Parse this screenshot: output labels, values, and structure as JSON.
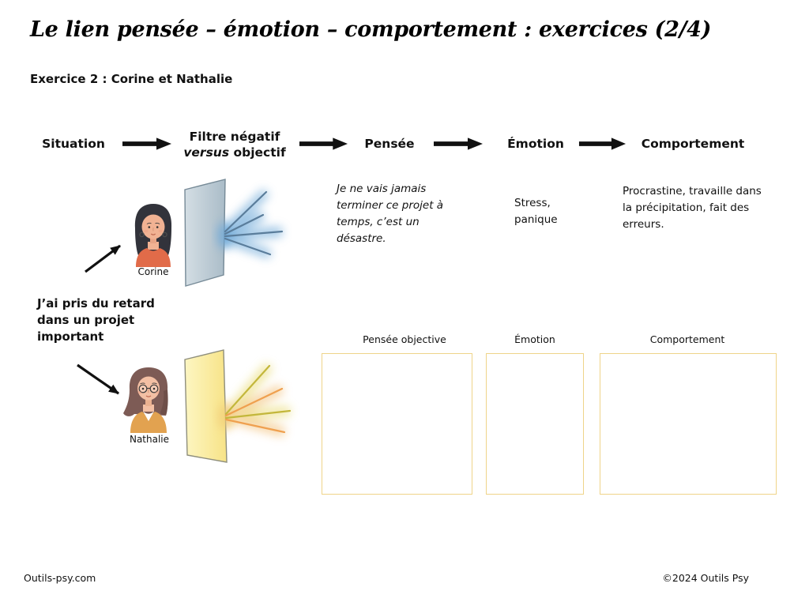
{
  "page": {
    "title": "Le lien pensée – émotion – comportement : exercices (2/4)",
    "subtitle": "Exercice 2 : Corine et Nathalie",
    "footer": {
      "left": "Outils-psy.com",
      "right": "©2024 Outils Psy"
    }
  },
  "flow": {
    "situation": "Situation",
    "filtre_line1": "Filtre négatif",
    "filtre_versus": "versus",
    "filtre_objectif": " objectif",
    "pensee": "Pensée",
    "emotion": "Émotion",
    "comportement": "Comportement"
  },
  "situation": {
    "lines": [
      "J’ai pris du retard",
      "dans un projet",
      "important"
    ]
  },
  "corine": {
    "name": "Corine",
    "pensee_lines": [
      "Je ne vais jamais",
      "terminer ce projet à",
      "temps, c’est un",
      "désastre."
    ],
    "emotion_lines": [
      "Stress,",
      "panique"
    ],
    "comportement_lines": [
      "Procrastine, travaille dans",
      "la précipitation, fait des",
      "erreurs."
    ]
  },
  "nathalie": {
    "name": "Nathalie",
    "answer_labels": {
      "pensee": "Pensée objective",
      "emotion": "Émotion",
      "comportement": "Comportement"
    },
    "answers": {
      "pensee": "",
      "emotion": "",
      "comportement": ""
    }
  },
  "colors": {
    "negative_ray": "#5a7d9b",
    "negative_glow": "#6ea9d8",
    "objective_ray_olive": "#c3b73b",
    "objective_ray_orange": "#efa04f",
    "answer_box_border": "#efd489",
    "arrow": "#111111"
  }
}
